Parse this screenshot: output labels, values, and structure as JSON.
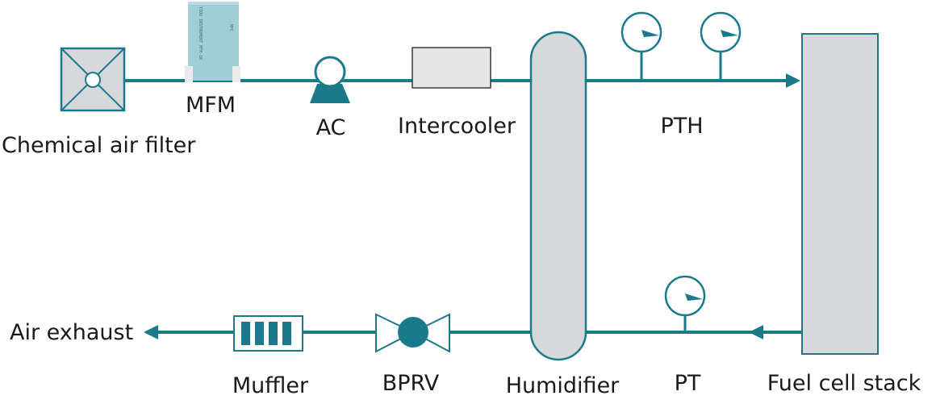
{
  "colors": {
    "pipe": "#1a7a8c",
    "component_fill": "#d6d8d9",
    "intercooler_fill": "#e5e5e5",
    "mfm_fill": "#9fcfd6",
    "text": "#1a1a1a"
  },
  "labels": {
    "chemical_air_filter": "Chemical air filter",
    "mfm": "MFM",
    "ac": "AC",
    "intercooler": "Intercooler",
    "pth": "PTH",
    "humidifier": "Humidifier",
    "fuel_cell_stack": "Fuel cell stack",
    "pt": "PT",
    "bprv": "BPRV",
    "muffler": "Muffler",
    "air_exhaust": "Air exhaust"
  },
  "mfm_device_text": {
    "line1": "YIDU INSTRUMENT  MFM-1K",
    "line2": "MFC"
  },
  "icons": {
    "filter": "filter-icon",
    "mfm": "mass-flow-meter-icon",
    "compressor": "compressor-icon",
    "gauge": "pressure-gauge-icon",
    "valve": "valve-icon",
    "muffler": "muffler-icon",
    "arrow": "arrow-icon"
  }
}
